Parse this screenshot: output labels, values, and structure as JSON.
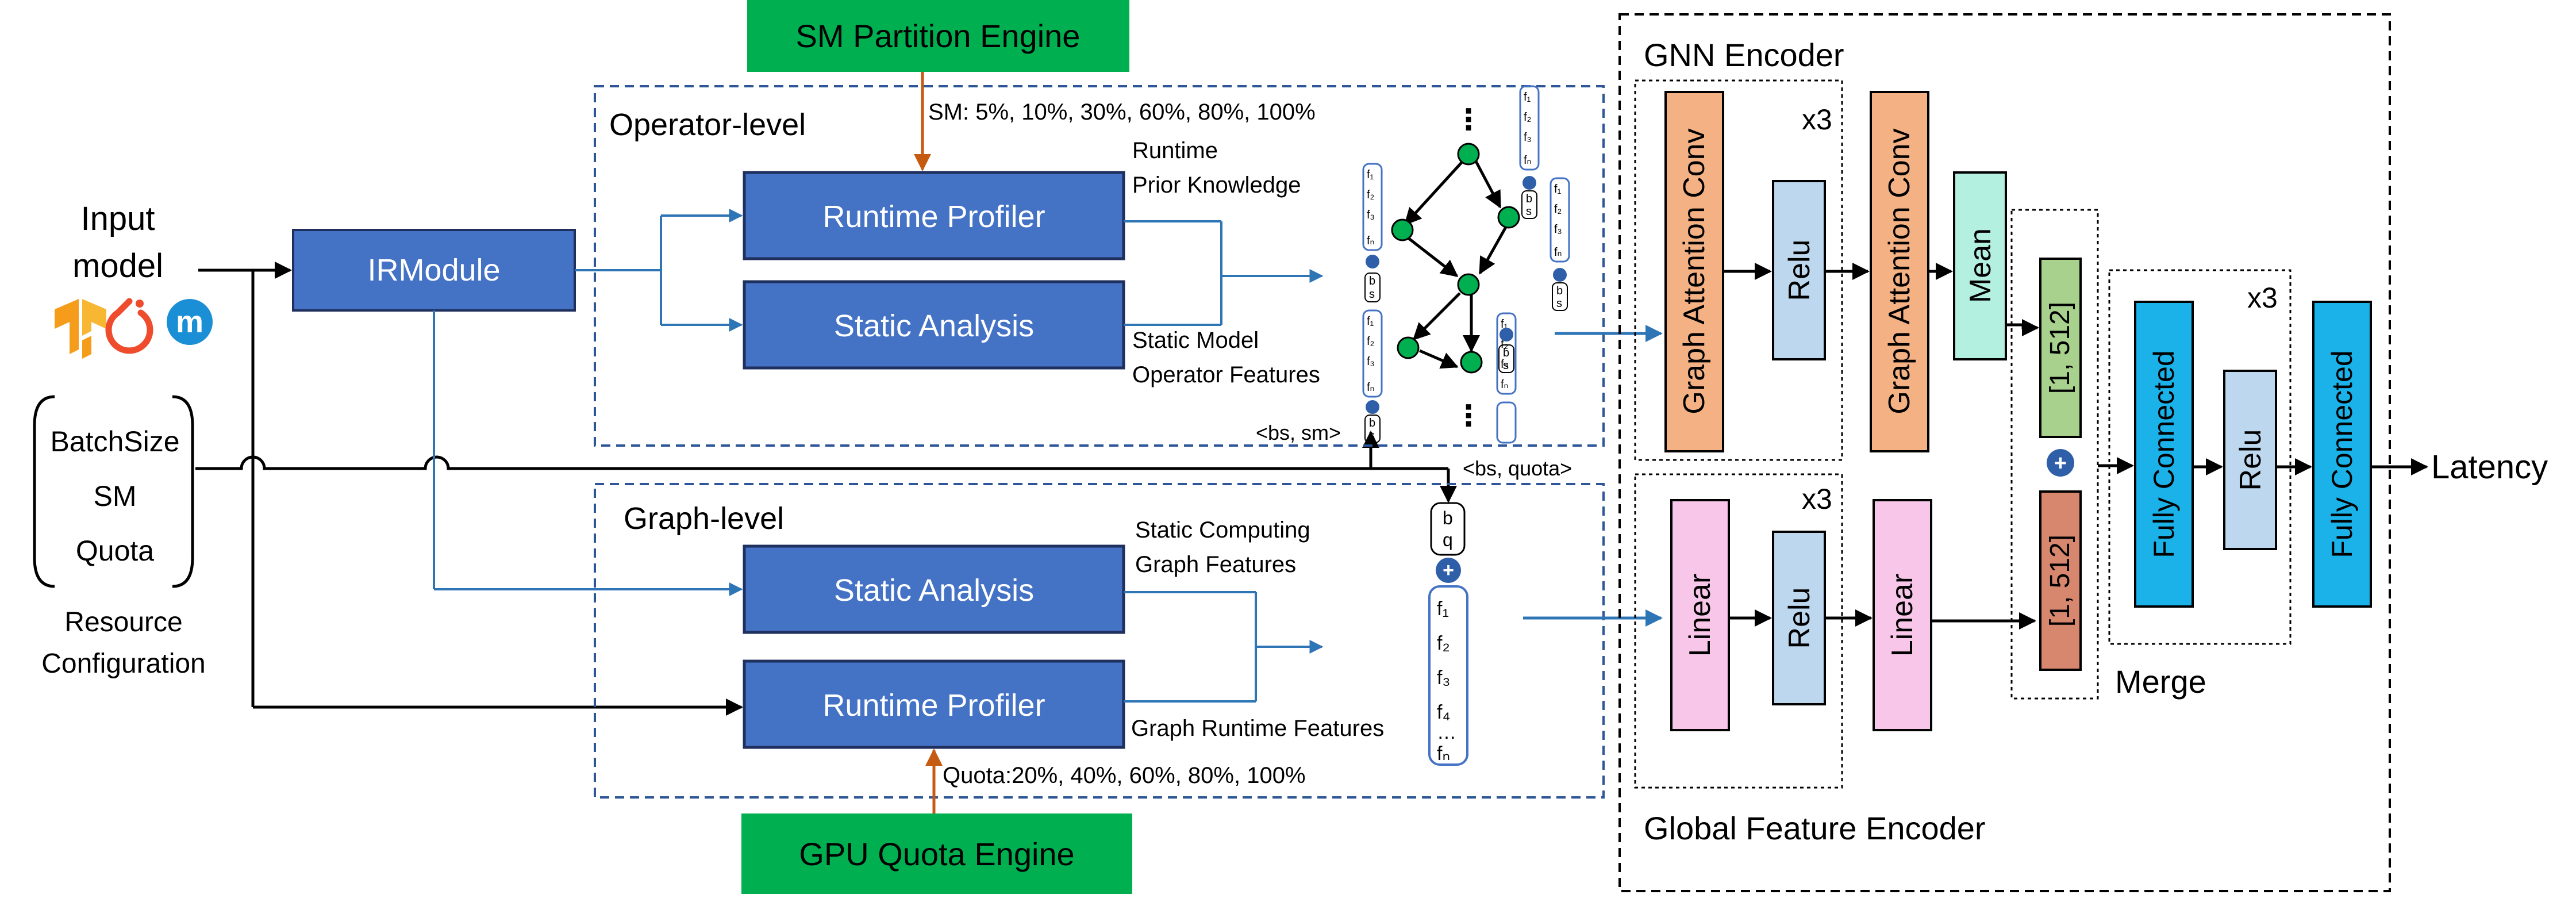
{
  "input": {
    "title_line1": "Input",
    "title_line2": "model",
    "framework_icons": [
      "tensorflow-icon",
      "pytorch-icon",
      "mxnet-icon"
    ],
    "mxnet_letter": "m"
  },
  "resource": {
    "items": [
      "BatchSize",
      "SM",
      "Quota"
    ],
    "caption_line1": "Resource",
    "caption_line2": "Configuration"
  },
  "irmodule": "IRModule",
  "sm_engine": "SM Partition Engine",
  "sm_values": "SM: 5%, 10%, 30%, 60%, 80%, 100%",
  "gpu_engine": "GPU Quota Engine",
  "quota_values": "Quota:20%, 40%, 60%, 80%, 100%",
  "operator_level": {
    "title": "Operator-level",
    "runtime_profiler": "Runtime Profiler",
    "static_analysis": "Static Analysis",
    "runtime_label_line1": "Runtime",
    "runtime_label_line2": "Prior Knowledge",
    "static_label_line1": "Static Model",
    "static_label_line2": "Operator Features",
    "bs_sm": "<bs, sm>",
    "ellipsis": "⋮"
  },
  "graph_level": {
    "title": "Graph-level",
    "static_analysis": "Static Analysis",
    "runtime_profiler": "Runtime Profiler",
    "static_label_line1": "Static Computing",
    "static_label_line2": "Graph Features",
    "runtime_label": "Graph Runtime Features",
    "bs_quota": "<bs, quota>"
  },
  "features": {
    "f1": "f₁",
    "f2": "f₂",
    "f3": "f₃",
    "f4": "f₄",
    "fn": "fₙ",
    "dots": "…",
    "b": "b",
    "s": "s",
    "q": "q"
  },
  "gnn_encoder": {
    "title": "GNN Encoder",
    "gat1": "Graph Attention Conv",
    "relu": "Relu",
    "gat2": "Graph Attention Conv",
    "mean": "Mean",
    "repeat": "x3"
  },
  "global_encoder": {
    "title": "Global Feature Encoder",
    "linear1": "Linear",
    "relu": "Relu",
    "linear2": "Linear",
    "repeat": "x3"
  },
  "merge": {
    "vec1": "[1, 512]",
    "vec2": "[1, 512]",
    "label": "Merge"
  },
  "head": {
    "fc1": "Fully Connected",
    "relu": "Relu",
    "fc2": "Fully Connected",
    "repeat": "x3",
    "output": "Latency"
  },
  "colors": {
    "module_blue": "#4472c4",
    "module_border": "#1f2f5e",
    "engine_green": "#00b050",
    "engine_arrow": "#c55a11",
    "gat_orange": "#f4b183",
    "relu_blue": "#bdd7ee",
    "mean_teal": "#b4f0e0",
    "vec_green": "#a9d18e",
    "vec_red": "#d6876e",
    "linear_pink": "#f7c6e8",
    "fc_cyan": "#1ab2e8",
    "node_green": "#00b050",
    "feature_outline": "#4472c4"
  }
}
